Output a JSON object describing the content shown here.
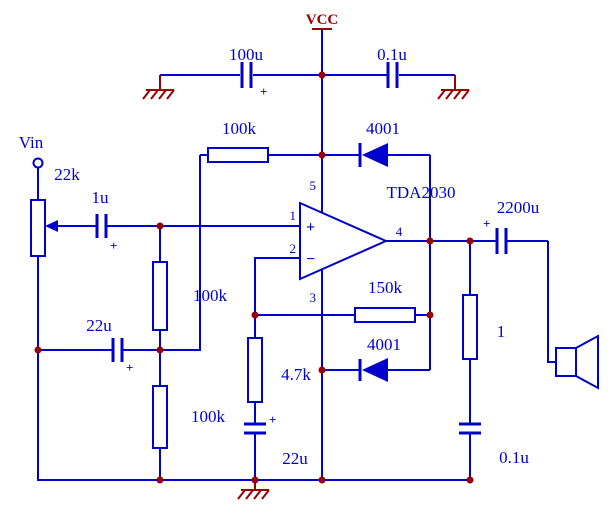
{
  "meta": {
    "title": "TDA2030 single-supply audio power amplifier schematic"
  },
  "colors": {
    "wire_blue": "#0000cc",
    "junction_red": "#990000",
    "background": "#ffffff"
  },
  "power": {
    "vcc_label": "VCC"
  },
  "input": {
    "vin_label": "Vin"
  },
  "ic": {
    "name": "TDA2030",
    "plus": "+",
    "minus": "−",
    "pins": {
      "noninv": "1",
      "inv": "2",
      "gnd": "3",
      "out": "4",
      "vs": "5"
    }
  },
  "components": {
    "c_bulk": "100u",
    "c_hf": "0.1u",
    "r_bias_top": "100k",
    "r_bias_mid": "100k",
    "r_bias_bot": "100k",
    "d_top": "4001",
    "d_bot": "4001",
    "pot": "22k",
    "c_in": "1u",
    "c_bias": "22u",
    "r_fb": "150k",
    "r_fb_gnd": "4.7k",
    "c_fb": "22u",
    "c_out": "2200u",
    "r_zobel": "1",
    "c_zobel": "0.1u"
  },
  "polarity_mark": "+"
}
